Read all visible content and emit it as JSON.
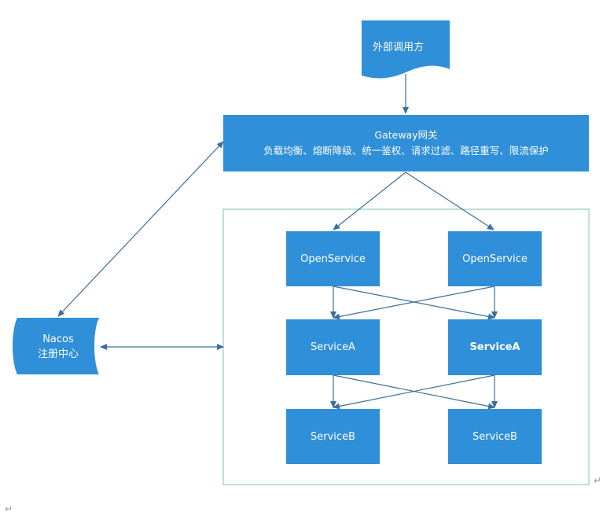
{
  "caller": {
    "label": "外部调用方"
  },
  "gateway": {
    "title": "Gateway网关",
    "features": "负载均衡、熔断降级、统一鉴权、请求过滤、路径重写、限流保护"
  },
  "nacos": {
    "name": "Nacos",
    "subtitle": "注册中心"
  },
  "services": {
    "open_left": "OpenService",
    "open_right": "OpenService",
    "a_left": "ServiceA",
    "a_right": "ServiceA",
    "b_left": "ServiceB",
    "b_right": "ServiceB"
  },
  "marks": {
    "return_mark": "↵"
  },
  "colors": {
    "node_fill": "#2f8fd8",
    "arrow": "#3b6f99",
    "container_border": "#8fcfb8",
    "text": "#ffffff"
  }
}
